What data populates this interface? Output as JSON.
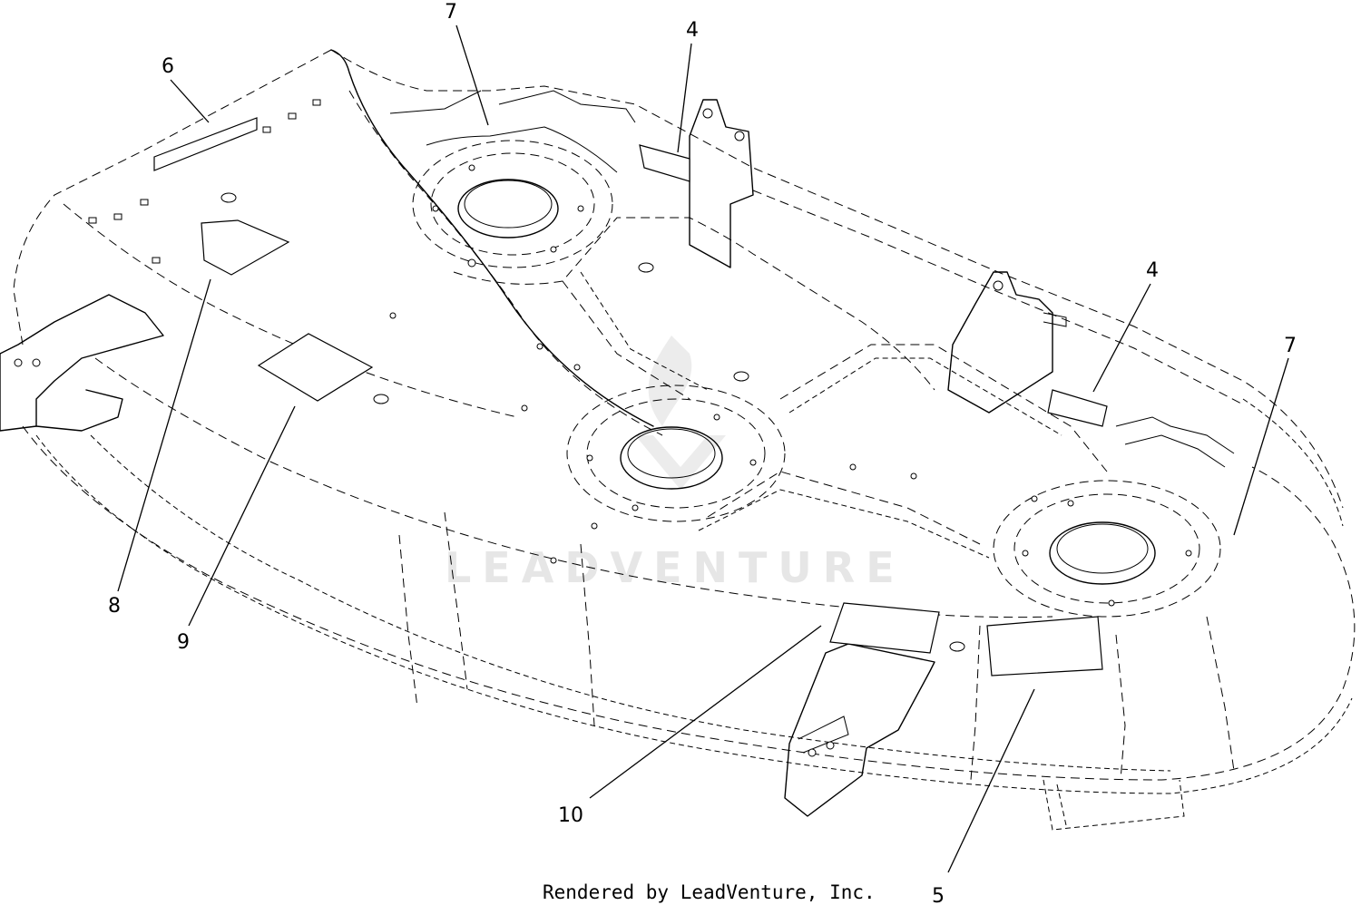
{
  "callouts": {
    "c1": "7",
    "c2": "4",
    "c3": "6",
    "c4": "4",
    "c5": "7",
    "c6": "8",
    "c7": "9",
    "c8": "10",
    "c9": "5"
  },
  "watermark_text": "LEADVENTURE",
  "footer": {
    "credit": "Rendered by LeadVenture, Inc."
  }
}
